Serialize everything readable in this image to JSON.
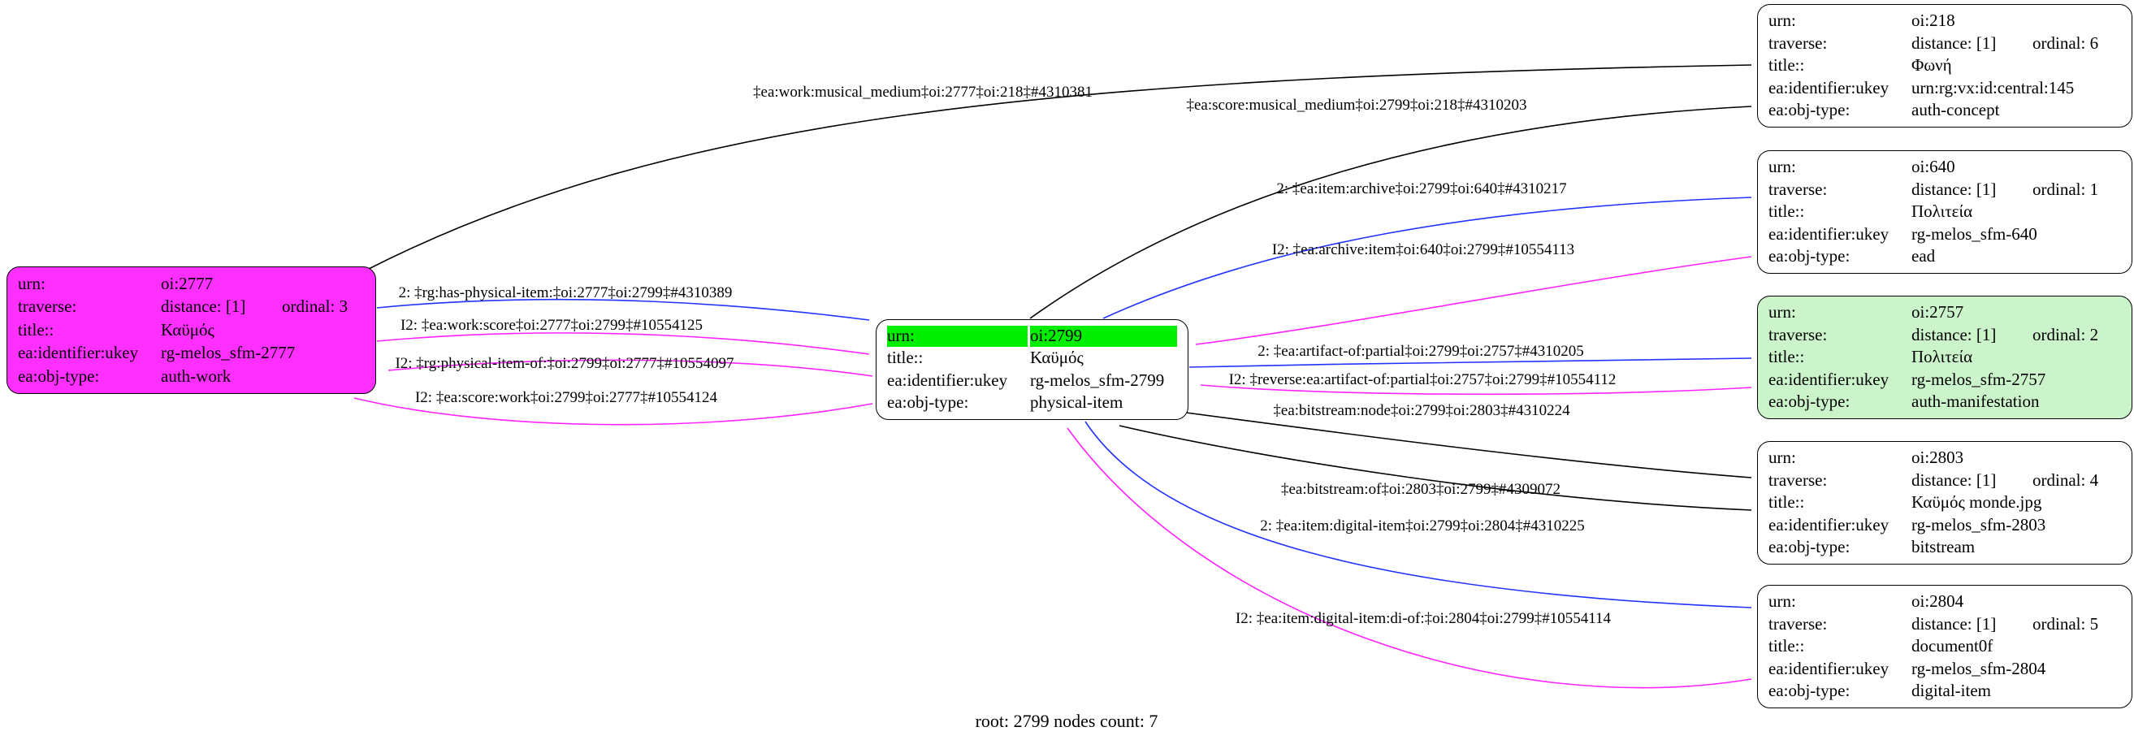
{
  "caption": "root: 2799 nodes count: 7",
  "palette": {
    "edge_black": "#000000",
    "edge_blue": "#2233ff",
    "edge_magenta": "#ff22ff",
    "node_magenta_fill": "#ff30ff",
    "node_green_fill": "#ccf4cb",
    "highlight_green": "#00ee00",
    "node_border": "#000000",
    "bg": "#ffffff"
  },
  "nodes": [
    {
      "id": "oi:2777",
      "rows": [
        {
          "k": "urn:",
          "v": "oi:2777"
        },
        {
          "k": "traverse:",
          "v": "distance: [1]",
          "v2": "ordinal: 3"
        },
        {
          "k": "title::",
          "v": "Καϋμός"
        },
        {
          "k": "ea:identifier:ukey",
          "v": "rg-melos_sfm-2777"
        },
        {
          "k": "ea:obj-type:",
          "v": "auth-work"
        }
      ]
    },
    {
      "id": "oi:2799",
      "rows": [
        {
          "k": "urn:",
          "v": "oi:2799"
        },
        {
          "k": "title::",
          "v": "Καϋμός"
        },
        {
          "k": "ea:identifier:ukey",
          "v": "rg-melos_sfm-2799"
        },
        {
          "k": "ea:obj-type:",
          "v": "physical-item"
        }
      ]
    },
    {
      "id": "oi:218",
      "rows": [
        {
          "k": "urn:",
          "v": "oi:218"
        },
        {
          "k": "traverse:",
          "v": "distance: [1]",
          "v2": "ordinal: 6"
        },
        {
          "k": "title::",
          "v": "Φωνή"
        },
        {
          "k": "ea:identifier:ukey",
          "v": "urn:rg:vx:id:central:145"
        },
        {
          "k": "ea:obj-type:",
          "v": "auth-concept"
        }
      ]
    },
    {
      "id": "oi:640",
      "rows": [
        {
          "k": "urn:",
          "v": "oi:640"
        },
        {
          "k": "traverse:",
          "v": "distance: [1]",
          "v2": "ordinal: 1"
        },
        {
          "k": "title::",
          "v": "Πολιτεία"
        },
        {
          "k": "ea:identifier:ukey",
          "v": "rg-melos_sfm-640"
        },
        {
          "k": "ea:obj-type:",
          "v": "ead"
        }
      ]
    },
    {
      "id": "oi:2757",
      "rows": [
        {
          "k": "urn:",
          "v": "oi:2757"
        },
        {
          "k": "traverse:",
          "v": "distance: [1]",
          "v2": "ordinal: 2"
        },
        {
          "k": "title::",
          "v": "Πολιτεία"
        },
        {
          "k": "ea:identifier:ukey",
          "v": "rg-melos_sfm-2757"
        },
        {
          "k": "ea:obj-type:",
          "v": "auth-manifestation"
        }
      ]
    },
    {
      "id": "oi:2803",
      "rows": [
        {
          "k": "urn:",
          "v": "oi:2803"
        },
        {
          "k": "traverse:",
          "v": "distance: [1]",
          "v2": "ordinal: 4"
        },
        {
          "k": "title::",
          "v": "Καϋμός monde.jpg"
        },
        {
          "k": "ea:identifier:ukey",
          "v": "rg-melos_sfm-2803"
        },
        {
          "k": "ea:obj-type:",
          "v": "bitstream"
        }
      ]
    },
    {
      "id": "oi:2804",
      "rows": [
        {
          "k": "urn:",
          "v": "oi:2804"
        },
        {
          "k": "traverse:",
          "v": "distance: [1]",
          "v2": "ordinal: 5"
        },
        {
          "k": "title::",
          "v": "document0f"
        },
        {
          "k": "ea:identifier:ukey",
          "v": "rg-melos_sfm-2804"
        },
        {
          "k": "ea:obj-type:",
          "v": "digital-item"
        }
      ]
    }
  ],
  "edges": [
    {
      "label": "‡ea:work:musical_medium‡oi:2777‡oi:218‡#4310381",
      "color": "black"
    },
    {
      "label": "‡ea:score:musical_medium‡oi:2799‡oi:218‡#4310203",
      "color": "black"
    },
    {
      "label": "2: ‡ea:item:archive‡oi:2799‡oi:640‡#4310217",
      "color": "blue"
    },
    {
      "label": "I2: ‡ea:archive:item‡oi:640‡oi:2799‡#10554113",
      "color": "magenta"
    },
    {
      "label": "2: ‡rg:has-physical-item:‡oi:2777‡oi:2799‡#4310389",
      "color": "blue"
    },
    {
      "label": "I2: ‡ea:work:score‡oi:2777‡oi:2799‡#10554125",
      "color": "magenta"
    },
    {
      "label": "I2: ‡rg:physical-item-of:‡oi:2799‡oi:2777‡#10554097",
      "color": "magenta"
    },
    {
      "label": "I2: ‡ea:score:work‡oi:2799‡oi:2777‡#10554124",
      "color": "magenta"
    },
    {
      "label": "2: ‡ea:artifact-of:partial‡oi:2799‡oi:2757‡#4310205",
      "color": "blue"
    },
    {
      "label": "I2: ‡reverse:ea:artifact-of:partial‡oi:2757‡oi:2799‡#10554112",
      "color": "magenta"
    },
    {
      "label": "‡ea:bitstream:node‡oi:2799‡oi:2803‡#4310224",
      "color": "black"
    },
    {
      "label": "‡ea:bitstream:of‡oi:2803‡oi:2799‡#4309072",
      "color": "black"
    },
    {
      "label": "2: ‡ea:item:digital-item‡oi:2799‡oi:2804‡#4310225",
      "color": "blue"
    },
    {
      "label": "I2: ‡ea:item:digital-item:di-of:‡oi:2804‡oi:2799‡#10554114",
      "color": "magenta"
    }
  ]
}
